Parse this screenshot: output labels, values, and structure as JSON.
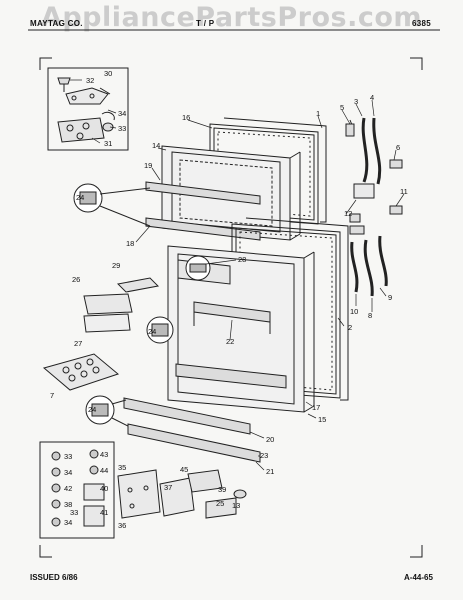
{
  "header": {
    "left": "MAYTAG CO.",
    "center": "T / P",
    "right": "6385"
  },
  "watermark": "AppliancePartsPros.com",
  "footer": {
    "issued": "ISSUED 6/86",
    "code": "A-44-65"
  },
  "callouts": {
    "n1": "1",
    "n2": "2",
    "n3": "3",
    "n4": "4",
    "n5": "5",
    "n6": "6",
    "n7": "7",
    "n8": "8",
    "n9": "9",
    "n10": "10",
    "n11": "11",
    "n12": "12",
    "n13": "13",
    "n14": "14",
    "n15": "15",
    "n16": "16",
    "n17": "17",
    "n18": "18",
    "n19": "19",
    "n20": "20",
    "n21": "21",
    "n22": "22",
    "n23": "23",
    "n24a": "24",
    "n24b": "24",
    "n24c": "24",
    "n25": "25",
    "n26": "26",
    "n27": "27",
    "n28": "28",
    "n29": "29",
    "n30": "30",
    "n31": "31",
    "n32": "32",
    "n33a": "33",
    "n33b": "33",
    "n33c": "33",
    "n34a": "34",
    "n34b": "34",
    "n34c": "34",
    "n35": "35",
    "n36": "36",
    "n37": "37",
    "n38": "38",
    "n39": "39",
    "n40": "40",
    "n41": "41",
    "n42": "42",
    "n43": "43",
    "n44": "44",
    "n45": "45"
  }
}
